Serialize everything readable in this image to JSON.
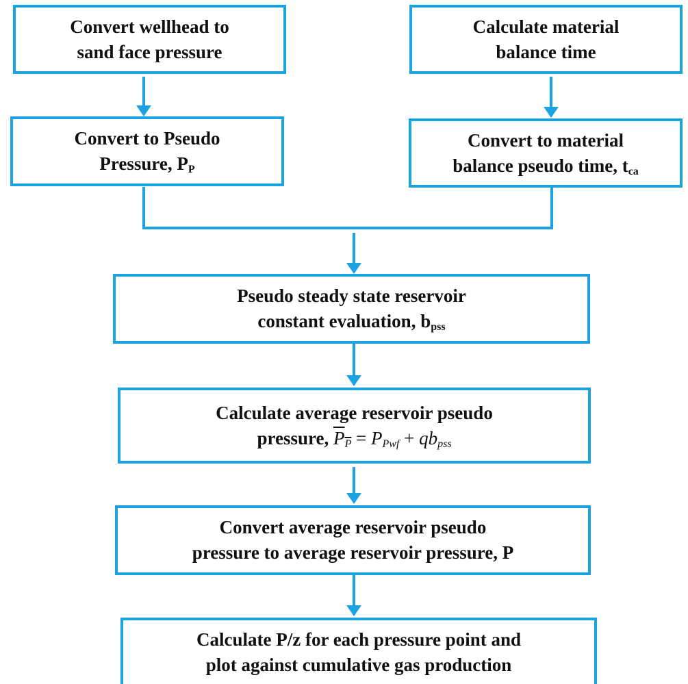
{
  "diagram": {
    "colors": {
      "border": "#1aa3e0",
      "arrow": "#1aa3e0",
      "text": "#111111"
    },
    "boxes": {
      "wellhead": {
        "line1": "Convert wellhead to",
        "line2": "sand face pressure"
      },
      "mb_time": {
        "line1": "Calculate material",
        "line2": "balance time"
      },
      "pseudo_pressure": {
        "line1": "Convert to Pseudo",
        "line2_text": "Pressure, P",
        "line2_sub": "P"
      },
      "mb_pseudo_time": {
        "line1": "Convert to material",
        "line2_text": "balance pseudo time, t",
        "line2_sub": "ca"
      },
      "pss_constant": {
        "line1": "Pseudo steady state reservoir",
        "line2_text": "constant evaluation, b",
        "line2_sub": "pss"
      },
      "avg_pseudo_pressure": {
        "line1": "Calculate average reservoir pseudo",
        "line2_text": "pressure,",
        "eq_lhs": "P",
        "eq_lhs_sub": "P",
        "eq_eq": "=",
        "eq_term1": "P",
        "eq_term1_sub": "Pwf",
        "eq_plus": "+",
        "eq_term2": "qb",
        "eq_term2_sub": "pss"
      },
      "avg_pressure": {
        "line1": "Convert average reservoir pseudo",
        "line2": "pressure to average reservoir pressure, P"
      },
      "pz_plot": {
        "line1": "Calculate P/z for each pressure point and",
        "line2": "plot against cumulative gas production"
      }
    }
  }
}
